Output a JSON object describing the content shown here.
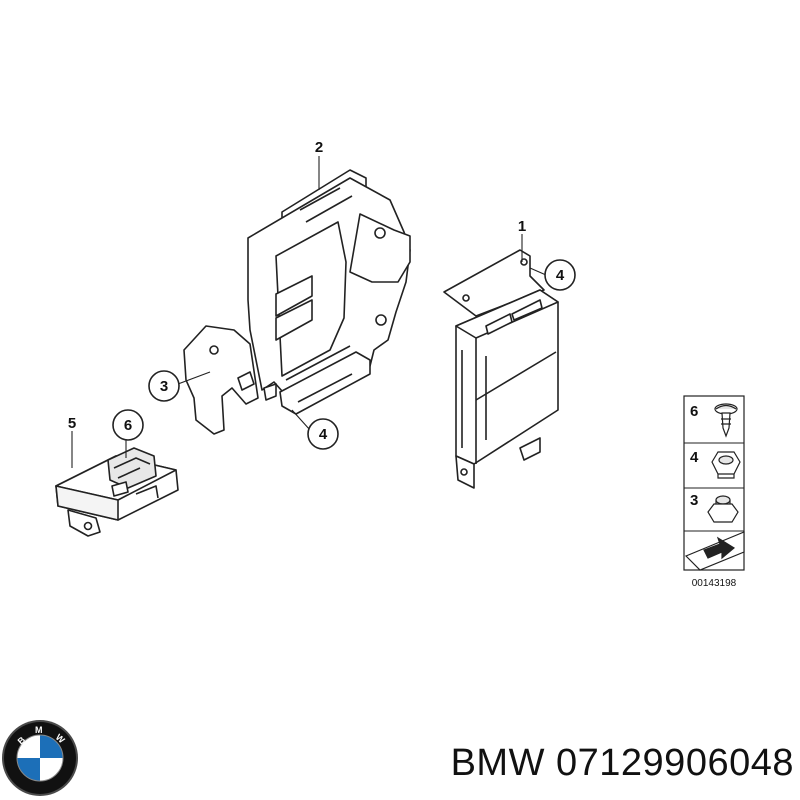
{
  "callouts": {
    "part_1": "1",
    "part_2": "2",
    "part_3": "3",
    "part_4_a": "4",
    "part_4_b": "4",
    "part_5": "5",
    "part_6": "6"
  },
  "legend": {
    "items": [
      {
        "number": "6",
        "icon": "screw-clip-icon"
      },
      {
        "number": "4",
        "icon": "hex-nut-icon"
      },
      {
        "number": "3",
        "icon": "collar-nut-icon"
      }
    ],
    "arrow_icon": "direction-arrow-icon",
    "reference_number": "00143198"
  },
  "logo": {
    "name": "bmw-logo-icon",
    "letters": "BMW",
    "colors": {
      "blue": "#1c6fb8",
      "black": "#111111"
    }
  },
  "caption": {
    "brand": "BMW",
    "part_number": "07129906048"
  }
}
